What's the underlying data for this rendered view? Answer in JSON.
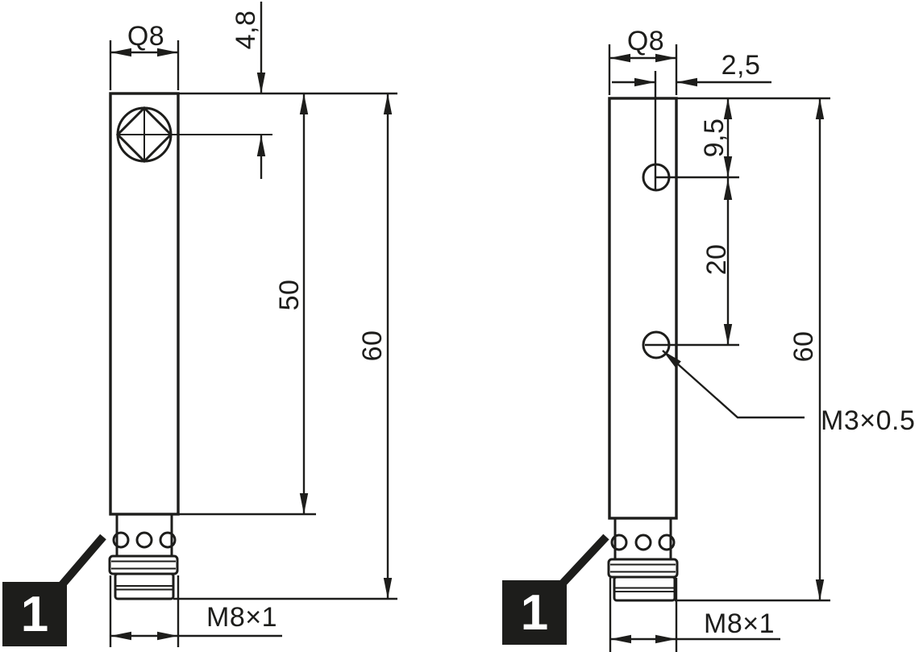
{
  "drawing": {
    "kind": "technical-dimension-drawing",
    "colors": {
      "ink": "#1d1d1b",
      "background": "#ffffff"
    },
    "front_view": {
      "width_label": "Q8",
      "face_offset_label": "4,8",
      "body_length_label": "50",
      "total_length_label": "60",
      "connector_thread_label": "M8×1",
      "marker_label": "1"
    },
    "side_view": {
      "width_label": "Q8",
      "hole_offset_label": "2,5",
      "first_hole_label": "9,5",
      "hole_spacing_label": "20",
      "total_length_label": "60",
      "hole_thread_label": "M3×0.5",
      "connector_thread_label": "M8×1",
      "marker_label": "1"
    }
  }
}
